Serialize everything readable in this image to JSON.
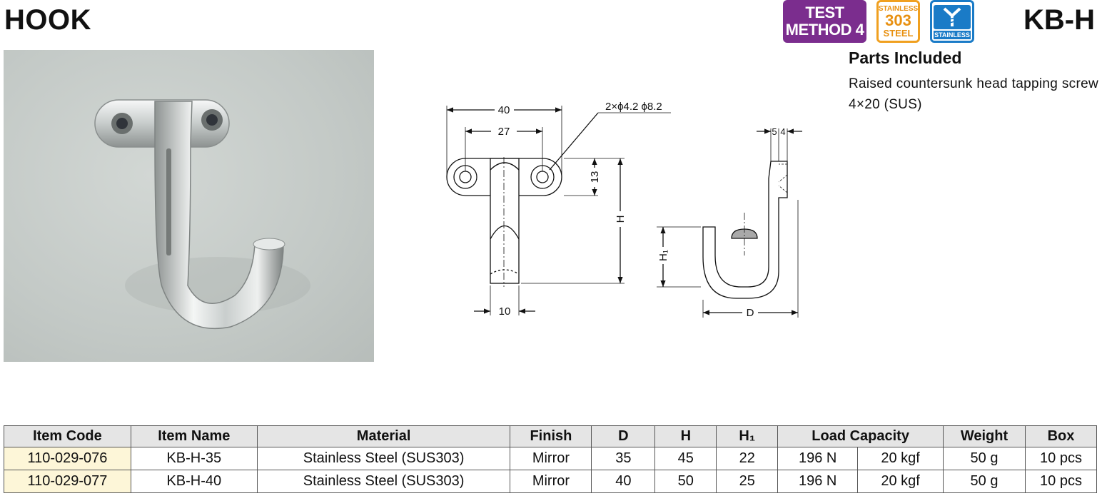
{
  "page": {
    "title": "HOOK",
    "product_code": "KB-H"
  },
  "badges": {
    "test_line1": "TEST",
    "test_line2": "METHOD 4",
    "steel_line1": "STAINLESS",
    "steel_line2": "303",
    "steel_line3": "STEEL",
    "stainless_label": "STAINLESS"
  },
  "parts": {
    "title": "Parts Included",
    "description": "Raised countersunk head tapping screw 4×20 (SUS)"
  },
  "drawing": {
    "dim_40": "40",
    "dim_27": "27",
    "dim_holes": "2×ϕ4.2 ϕ8.2",
    "dim_13": "13",
    "dim_H": "H",
    "dim_10": "10",
    "dim_5": "5",
    "dim_4": "4",
    "dim_H1": "H₁",
    "dim_D": "D"
  },
  "table": {
    "headers": [
      "Item Code",
      "Item Name",
      "Material",
      "Finish",
      "D",
      "H",
      "H₁",
      "Load Capacity",
      "Weight",
      "Box"
    ],
    "rows": [
      [
        "110-029-076",
        "KB-H-35",
        "Stainless Steel (SUS303)",
        "Mirror",
        "35",
        "45",
        "22",
        "196 N",
        "20 kgf",
        "50 g",
        "10 pcs"
      ],
      [
        "110-029-077",
        "KB-H-40",
        "Stainless Steel (SUS303)",
        "Mirror",
        "40",
        "50",
        "25",
        "196 N",
        "20 kgf",
        "50 g",
        "10 pcs"
      ]
    ]
  }
}
